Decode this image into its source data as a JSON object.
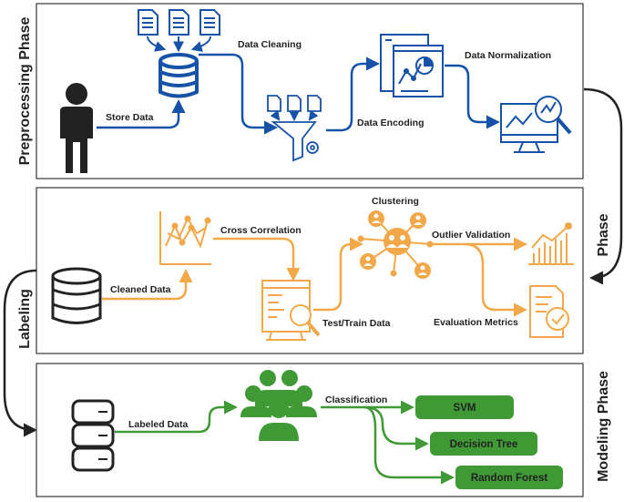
{
  "colors": {
    "blue": "#1652a8",
    "orange": "#f2a848",
    "green": "#3f9a35",
    "dark": "#222222",
    "frame": "#444444"
  },
  "phases": {
    "preprocessing": "Preprocessing Phase",
    "labeling_left": "Labeling",
    "labeling_right": "Phase",
    "modeling": "Modeling Phase"
  },
  "preprocessing": {
    "store_data": "Store Data",
    "data_cleaning": "Data Cleaning",
    "data_encoding": "Data Encoding",
    "data_normalization": "Data Normalization"
  },
  "labeling": {
    "cleaned_data": "Cleaned Data",
    "cross_correlation": "Cross Correlation",
    "test_train_data": "Test/Train Data",
    "clustering": "Clustering",
    "outlier_validation": "Outlier Validation",
    "evaluation_metrics": "Evaluation Metrics"
  },
  "modeling": {
    "labeled_data": "Labeled Data",
    "classification": "Classification",
    "models": [
      "SVM",
      "Decision Tree",
      "Random Forest"
    ]
  },
  "icons": [
    "person-icon",
    "document-icon",
    "database-icon",
    "funnel-gear-icon",
    "analytics-dashboard-icon",
    "monitor-magnifier-icon",
    "line-chart-icon",
    "code-search-monitor-icon",
    "cluster-network-icon",
    "bar-trend-chart-icon",
    "report-check-icon",
    "server-icon",
    "user-group-icon"
  ]
}
